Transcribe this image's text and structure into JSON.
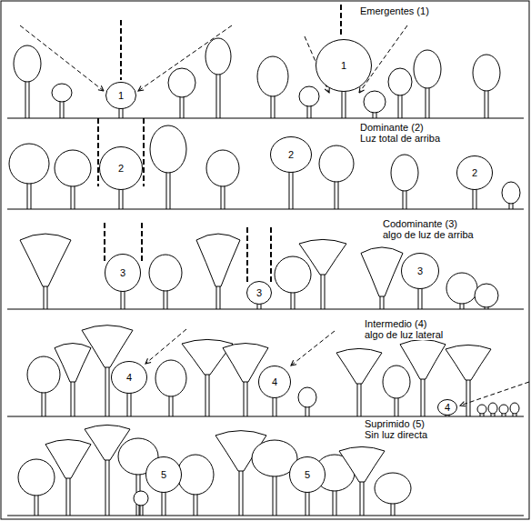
{
  "diagram": {
    "nodes": [
      {
        "text": [
          "1"
        ]
      },
      {
        "text": [
          "1"
        ]
      },
      {
        "text": [
          "2"
        ]
      },
      {
        "text": [
          "2"
        ]
      },
      {
        "text": [
          "2"
        ]
      },
      {
        "text": [
          "3"
        ]
      },
      {
        "text": [
          "3"
        ]
      },
      {
        "text": [
          "3"
        ]
      },
      {
        "text": [
          "4"
        ]
      },
      {
        "text": [
          "4"
        ]
      },
      {
        "text": [
          "4"
        ]
      },
      {
        "text": [
          "5"
        ]
      },
      {
        "text": [
          "5"
        ]
      }
    ],
    "labels": [
      "Emergentes (1)",
      "Dominante (2)",
      "Luz total de arriba",
      "Codominante (3)",
      "algo de luz de arriba",
      "Intermedio (4)",
      "algo de luz lateral",
      "Suprimido (5)",
      "Sin luz directa"
    ]
  }
}
